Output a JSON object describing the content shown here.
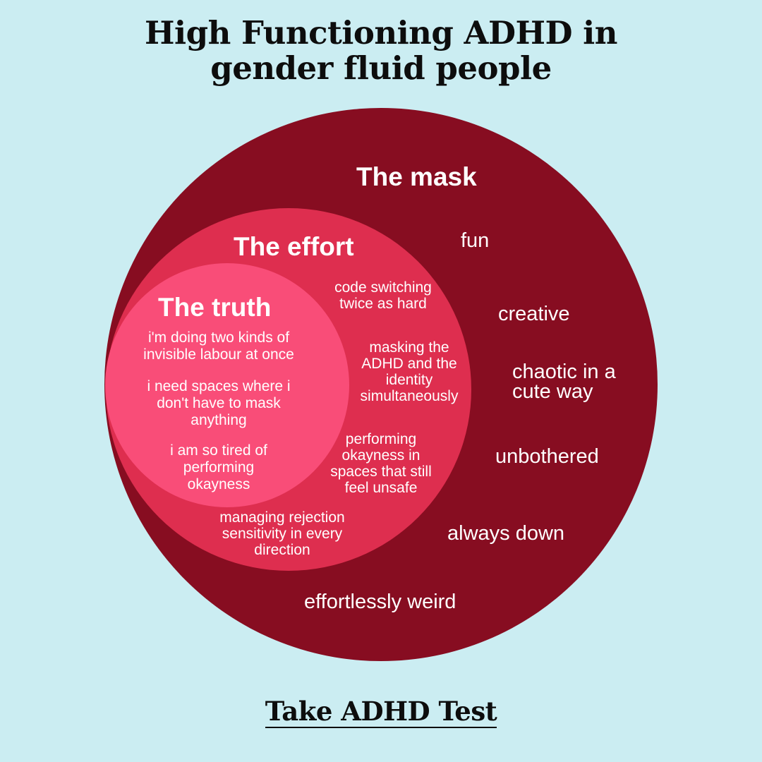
{
  "title": {
    "line1": "High Functioning ADHD in",
    "line2": "gender fluid people"
  },
  "layers": {
    "mask": {
      "heading": "The mask",
      "color": "#870d21",
      "items": [
        "fun",
        "creative",
        "chaotic in a\ncute way",
        "unbothered",
        "always down",
        "effortlessly weird"
      ]
    },
    "effort": {
      "heading": "The effort",
      "color": "#de2e4f",
      "items": [
        "code switching\ntwice as hard",
        "masking the\nADHD and the\nidentity\nsimultaneously",
        "performing\nokayness in\nspaces that still\nfeel unsafe",
        "managing rejection\nsensitivity in every\ndirection"
      ]
    },
    "truth": {
      "heading": "The truth",
      "color": "#f94d78",
      "items": [
        "i'm doing two kinds of\ninvisible labour at once",
        "i need spaces where i\ndon't have to mask\nanything",
        "i am so tired of\nperforming\nokayness"
      ]
    }
  },
  "cta": {
    "label": "Take ADHD Test"
  },
  "background_color": "#cbedf2"
}
